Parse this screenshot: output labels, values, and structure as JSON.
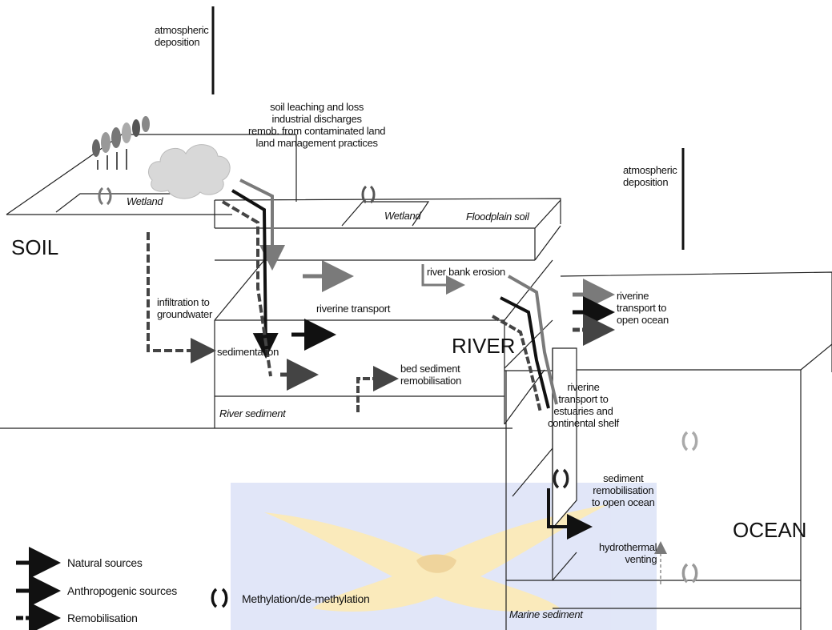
{
  "labels": {
    "atm_deposition_left": "atmospheric\ndeposition",
    "atm_deposition_right": "atmospheric\ndeposition",
    "soil_sources": "soil leaching and loss\nindustrial discharges\nremob. from contaminated land\nland management practices",
    "wetland_left": "Wetland",
    "wetland_right": "Wetland",
    "floodplain_soil": "Floodplain soil",
    "soil": "SOIL",
    "river_bank_erosion": "river bank erosion",
    "infiltration": "infiltration to\ngroundwater",
    "riverine_transport": "riverine transport",
    "riverine_open_ocean": "riverine\ntransport to\nopen ocean",
    "river": "RIVER",
    "sedimentation": "sedimentation",
    "bed_sediment": "bed sediment\nremobilisation",
    "riverine_estuaries": "riverine\ntransport to\nestuaries and\ncontinental shelf",
    "river_sediment": "River sediment",
    "sediment_remob_ocean": "sediment\nremobilisation\nto open ocean",
    "ocean": "OCEAN",
    "hydrothermal": "hydrothermal\nventing",
    "marine_sediment": "Marine sediment"
  },
  "legend": {
    "natural": "Natural sources",
    "anthropogenic": "Anthropogenic sources",
    "remobilisation": "Remobilisation",
    "methylation": "Methylation/de-methylation"
  },
  "colors": {
    "natural": "#7a7a7a",
    "anthropogenic": "#111111",
    "remobilisation": "#444444",
    "watermark_gold": "#f3d98a",
    "watermark_red": "#d9534f",
    "watermark_blue": "#a9b7e8"
  }
}
